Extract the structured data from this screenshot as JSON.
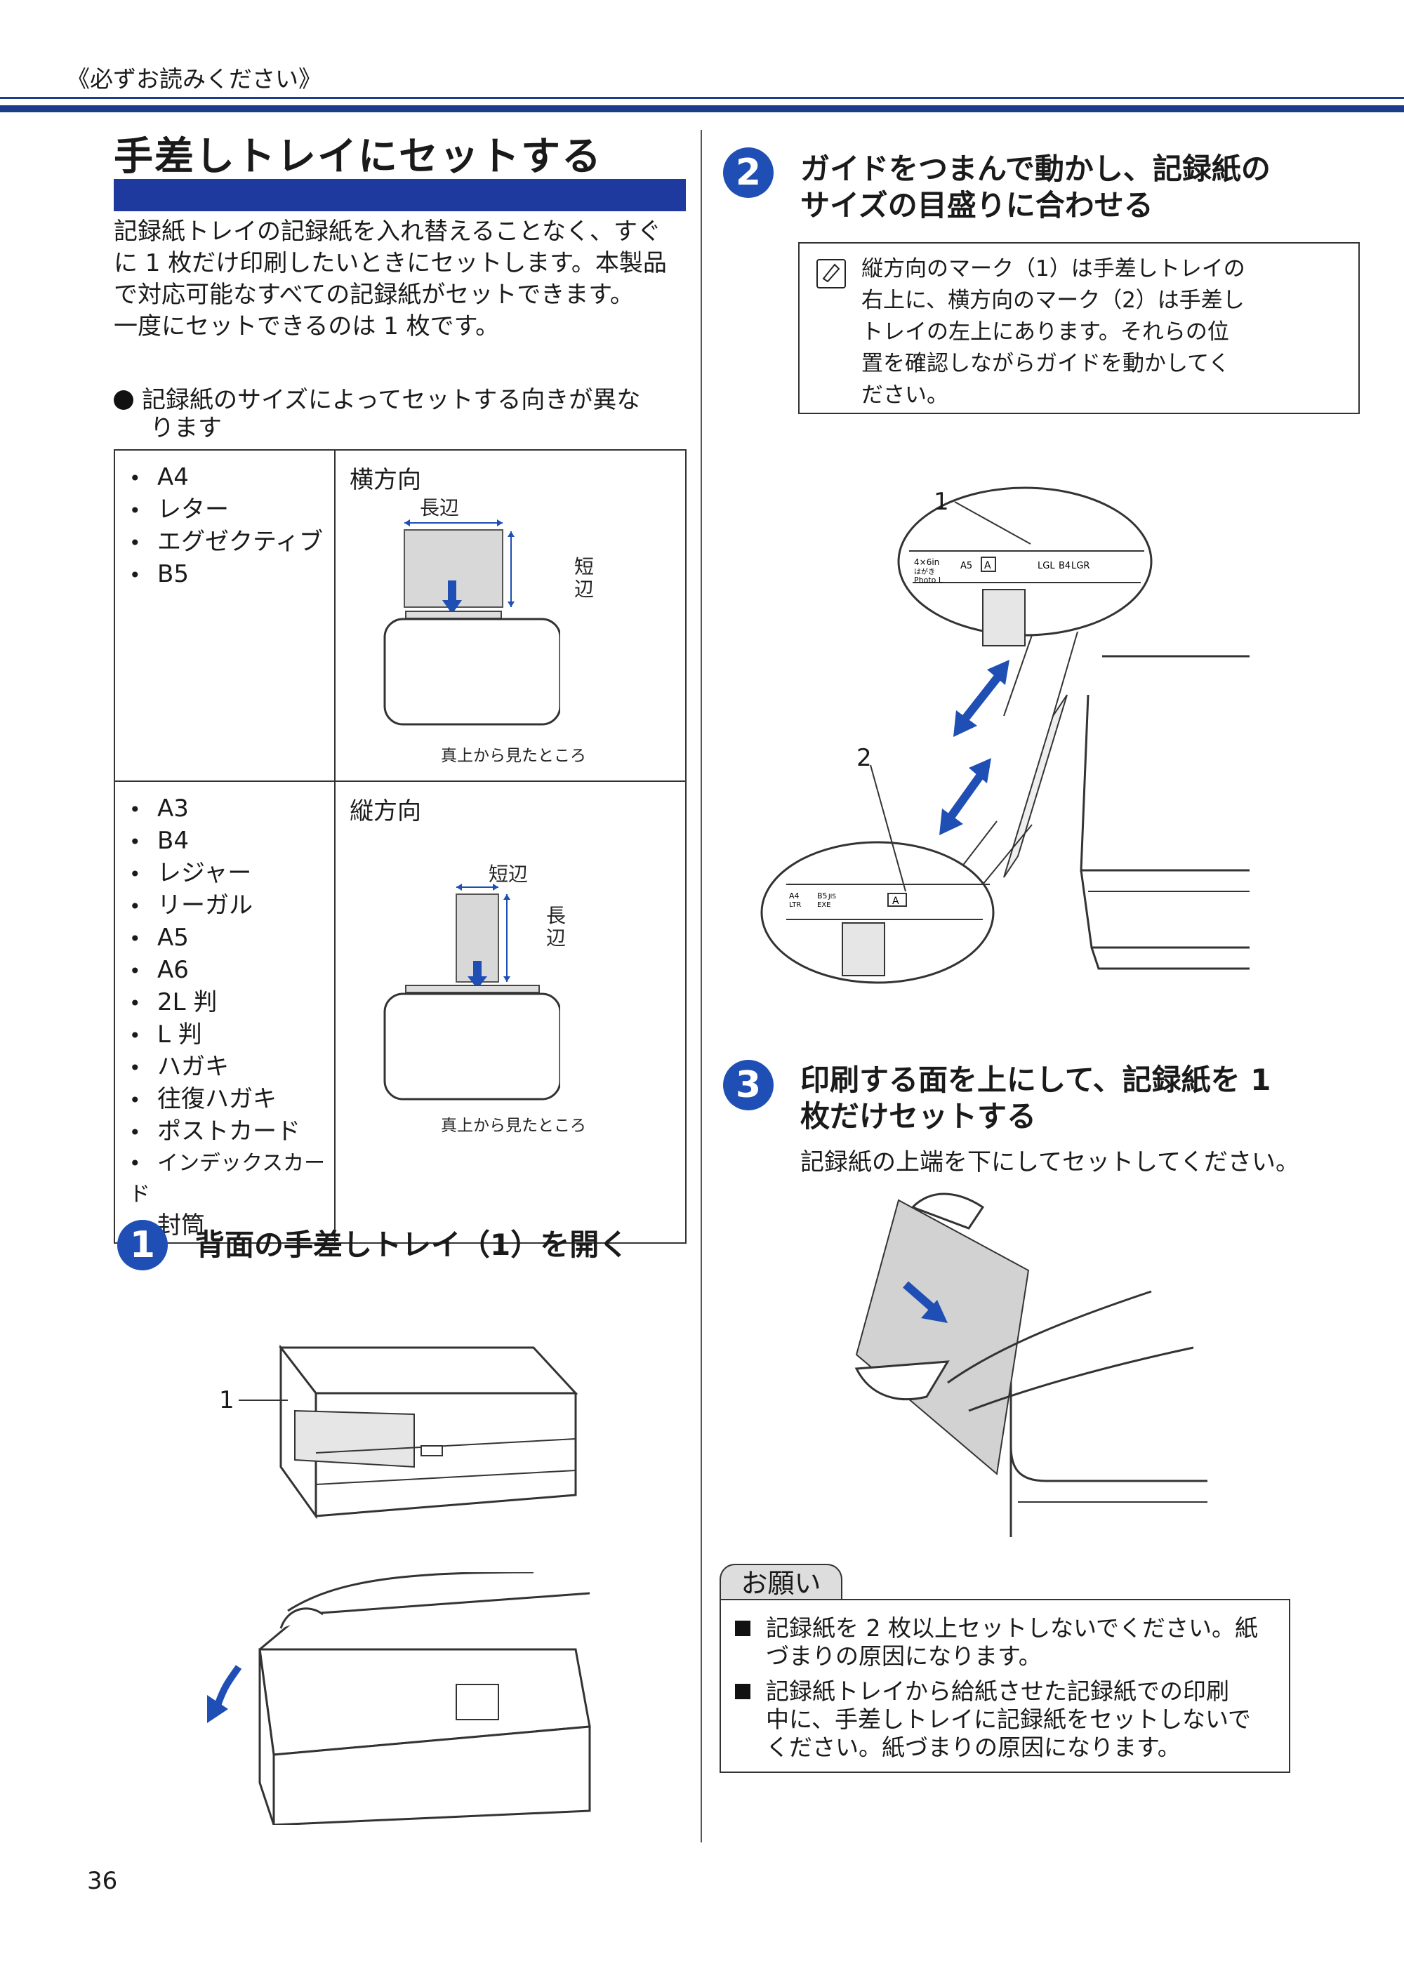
{
  "header": {
    "text": "《必ずお読みください》"
  },
  "page_number": "36",
  "section": {
    "title": "手差しトレイにセットする",
    "intro_lines": [
      "記録紙トレイの記録紙を入れ替えることなく、すぐ",
      "に 1 枚だけ印刷したいときにセットします。本製品",
      "で対応可能なすべての記録紙がセットできます。",
      "一度にセットできるのは 1 枚です。"
    ],
    "bullet_lines": [
      "記録紙のサイズによってセットする向きが異な",
      "ります"
    ]
  },
  "size_table": {
    "rows": [
      {
        "sizes": [
          "A4",
          "レター",
          "エグゼクティブ",
          "B5"
        ],
        "orientation": "横方向",
        "long_label": "長辺",
        "short_label": "短辺",
        "caption": "真上から見たところ"
      },
      {
        "sizes": [
          "A3",
          "B4",
          "レジャー",
          "リーガル",
          "A5",
          "A6",
          "2L 判",
          "L 判",
          "ハガキ",
          "往復ハガキ",
          "ポストカード",
          "インデックスカード",
          "封筒"
        ],
        "orientation": "縦方向",
        "long_label": "長辺",
        "short_label": "短辺",
        "caption": "真上から見たところ"
      }
    ]
  },
  "steps": [
    {
      "number": "1",
      "title_lines": [
        "背面の手差しトレイ（1）を開く"
      ],
      "callouts": [
        "1"
      ]
    },
    {
      "number": "2",
      "title_lines": [
        "ガイドをつまんで動かし、記録紙の",
        "サイズの目盛りに合わせる"
      ],
      "callouts": [
        "1",
        "2"
      ]
    },
    {
      "number": "3",
      "title_lines": [
        "印刷する面を上にして、記録紙を 1",
        "枚だけセットする"
      ],
      "subtitle": "記録紙の上端を下にしてセットしてください。"
    }
  ],
  "note": {
    "icon": "pencil-note-icon",
    "lines": [
      "縦方向のマーク（1）は手差しトレイの",
      "右上に、横方向のマーク（2）は手差し",
      "トレイの左上にあります。それらの位",
      "置を確認しながらガイドを動かしてく",
      "ださい。"
    ]
  },
  "figure_labels": {
    "scale1": [
      "4×6in",
      "はがき",
      "Photo L",
      "A5",
      "A",
      "LGL",
      "B4",
      "LGR"
    ],
    "scale2": [
      "A4",
      "LTR",
      "B5",
      "JIS",
      "EXE",
      "A"
    ]
  },
  "request": {
    "tab": "お願い",
    "items": [
      [
        "記録紙を 2 枚以上セットしないでください。紙",
        "づまりの原因になります。"
      ],
      [
        "記録紙トレイから給紙させた記録紙での印刷",
        "中に、手差しトレイに記録紙をセットしないで",
        "ください。紙づまりの原因になります。"
      ]
    ]
  },
  "colors": {
    "accent": "#1f3a9e",
    "step_circle": "#1f4fb5",
    "paper_gray": "#d8d8d8",
    "arrow_blue": "#1f4fb5"
  }
}
